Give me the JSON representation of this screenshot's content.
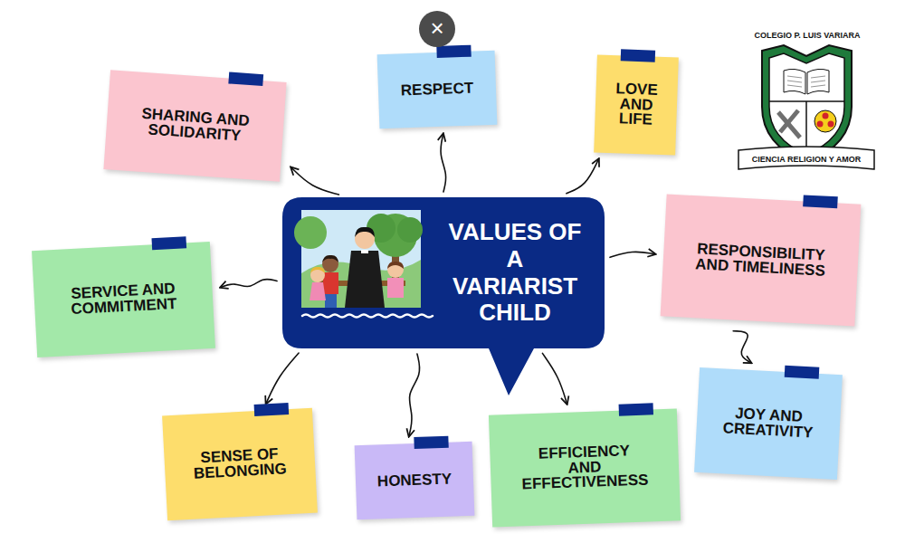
{
  "diagram": {
    "nodes": [
      {
        "text": [
          "VALUES OF A VARIARIST CHILD"
        ]
      },
      {
        "text": [
          "SHARING AND SOLIDARITY"
        ]
      },
      {
        "text": [
          "RESPECT"
        ]
      },
      {
        "text": [
          "LOVE AND LIFE"
        ]
      },
      {
        "text": [
          "SERVICE AND COMMITMENT"
        ]
      },
      {
        "text": [
          "RESPONSIBILITY AND TIMELINESS"
        ]
      },
      {
        "text": [
          "JOY AND CREATIVITY"
        ]
      },
      {
        "text": [
          "SENSE OF BELONGING"
        ]
      },
      {
        "text": [
          "HONESTY"
        ]
      },
      {
        "text": [
          "EFFICIENCY AND EFFECTIVENESS"
        ]
      }
    ],
    "edges": [
      {
        "from": 0,
        "to": 1,
        "arrow": "to"
      },
      {
        "from": 0,
        "to": 2,
        "arrow": "to"
      },
      {
        "from": 0,
        "to": 3,
        "arrow": "to"
      },
      {
        "from": 0,
        "to": 4,
        "arrow": "to"
      },
      {
        "from": 0,
        "to": 5,
        "arrow": "to"
      },
      {
        "from": 0,
        "to": 7,
        "arrow": "to"
      },
      {
        "from": 0,
        "to": 8,
        "arrow": "to"
      },
      {
        "from": 0,
        "to": 9,
        "arrow": "to"
      },
      {
        "from": 5,
        "to": 6,
        "arrow": "to"
      }
    ],
    "labels": [
      "×",
      "COLEGIO P. LUIS VARIARA",
      "CIENCIA RELIGION Y AMOR"
    ]
  }
}
